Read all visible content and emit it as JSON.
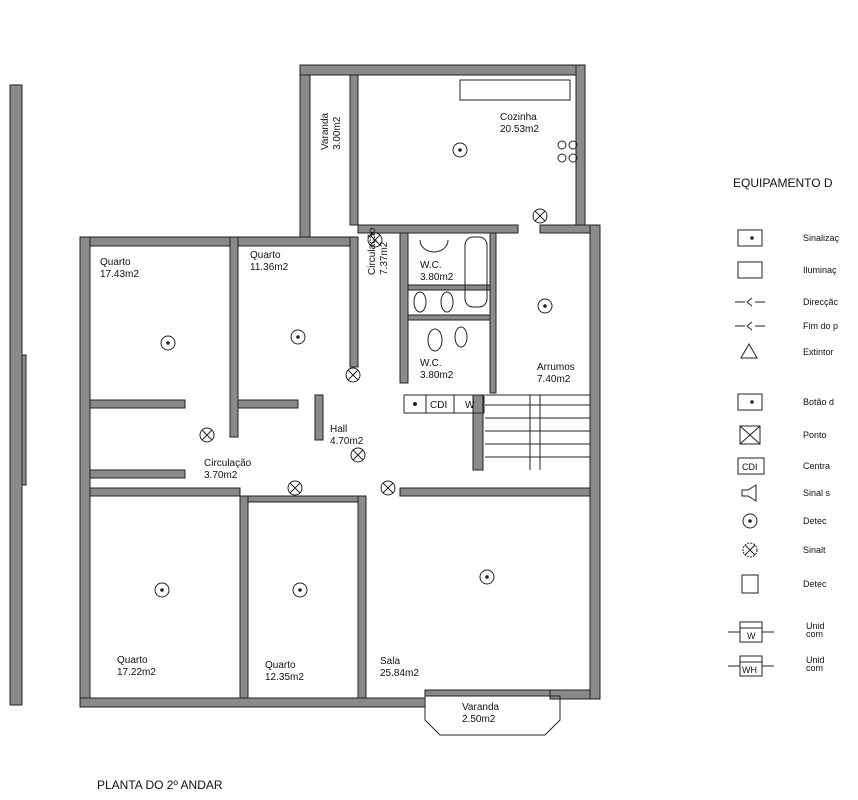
{
  "plan_title": "PLANTA DO 2º ANDAR",
  "legend": {
    "title": "EQUIPAMENTO D",
    "items": [
      {
        "symbol": "signage-box",
        "label": "Sinalizaç"
      },
      {
        "symbol": "lighting-box",
        "label": "Iluminaç"
      },
      {
        "symbol": "direction-arrow",
        "label": "Direcçãc"
      },
      {
        "symbol": "end-arrow",
        "label": "Fim do p"
      },
      {
        "symbol": "extinguisher-triangle",
        "label": "Extintor"
      },
      {
        "symbol": "button-box",
        "label": "Botão d"
      },
      {
        "symbol": "cross-point",
        "label": "Ponto"
      },
      {
        "symbol": "cdi-box",
        "label": "Centra",
        "text": "CDI"
      },
      {
        "symbol": "siren",
        "label": "Sinal s"
      },
      {
        "symbol": "detector-circle",
        "label": "Detec"
      },
      {
        "symbol": "circle-x",
        "label": "Sinalt"
      },
      {
        "symbol": "detector-box",
        "label": "Detec"
      },
      {
        "symbol": "unit-w",
        "label": "Unid com",
        "text": "W"
      },
      {
        "symbol": "unit-wh",
        "label": "Unid com",
        "text": "WH"
      }
    ]
  },
  "rooms": [
    {
      "name": "Cozinha",
      "area": "20.53m2"
    },
    {
      "name": "Varanda",
      "area": "3.00m2"
    },
    {
      "name": "Quarto",
      "area": "17.43m2"
    },
    {
      "name": "Quarto",
      "area": "11.36m2"
    },
    {
      "name": "Circulação",
      "area": "7.37m2"
    },
    {
      "name": "W.C.",
      "area": "3.80m2"
    },
    {
      "name": "W.C.",
      "area": "3.80m2"
    },
    {
      "name": "Arrumos",
      "area": "7.40m2"
    },
    {
      "name": "Hall",
      "area": "4.70m2"
    },
    {
      "name": "Circulação",
      "area": "3.70m2"
    },
    {
      "name": "Quarto",
      "area": "17.22m2"
    },
    {
      "name": "Quarto",
      "area": "12.35m2"
    },
    {
      "name": "Sala",
      "area": "25.84m2"
    },
    {
      "name": "Varanda",
      "area": "2.50m2"
    }
  ],
  "panel_labels": {
    "cdi": "CDI",
    "w": "W"
  }
}
